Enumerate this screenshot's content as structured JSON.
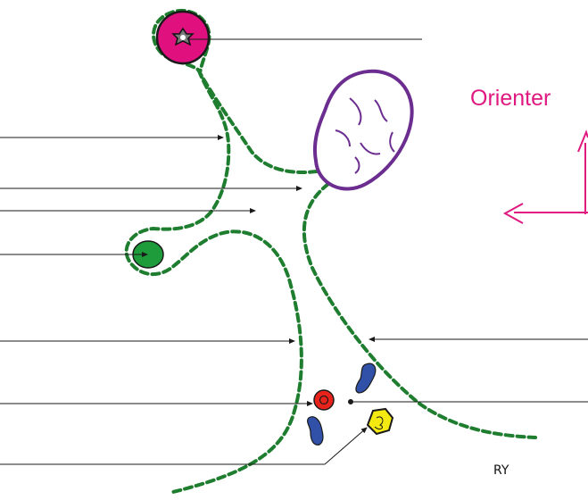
{
  "labels": {
    "orientation": "Orienter",
    "initials": "RY"
  },
  "colors": {
    "background": "#ffffff",
    "dashed_outline": "#1e7d2f",
    "orientation_arrows": "#e0187f",
    "vacuole_outline": "#6b2d8f",
    "nucleus_fill": "#e0117f",
    "green_body": "#1e9b3a",
    "red_body": "#e8231c",
    "blue_bodies": "#3150a8",
    "yellow_body": "#f4ea12",
    "leader_lines": "#1a1a1a"
  },
  "icons": {
    "nucleus": "pink-circle-with-star-icon",
    "vacuole": "purple-blob-with-squiggles",
    "green_body": "green-oval",
    "red_body": "red-ring-circle",
    "blue_bodies": "blue-blobs",
    "yellow_body": "yellow-polygon"
  }
}
